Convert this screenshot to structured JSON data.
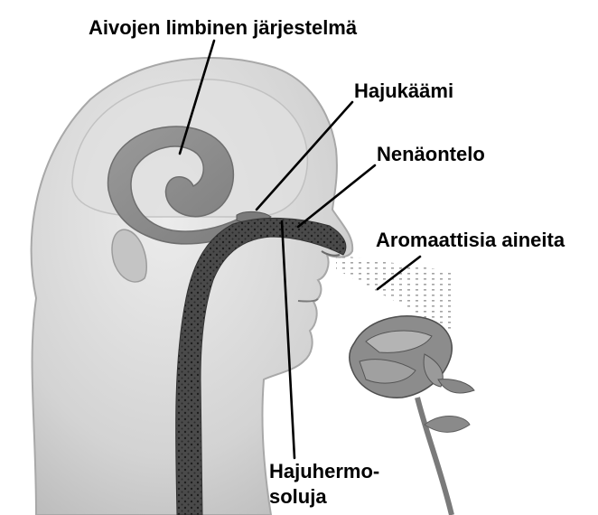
{
  "labels": {
    "limbic_system": "Aivojen limbinen järjestelmä",
    "olfactory_bulb": "Hajukäämi",
    "nasal_cavity": "Nenäontelo",
    "aromatics": "Aromaattisia aineita",
    "olfactory_neurons_line1": "Hajuhermo-",
    "olfactory_neurons_line2": "soluja"
  },
  "colors": {
    "head_fill": "#d6d6d6",
    "head_outline": "#a8a8a8",
    "limbic_fill": "#8f8f8f",
    "cavity_fill": "#555555",
    "leader_line": "#000000"
  }
}
